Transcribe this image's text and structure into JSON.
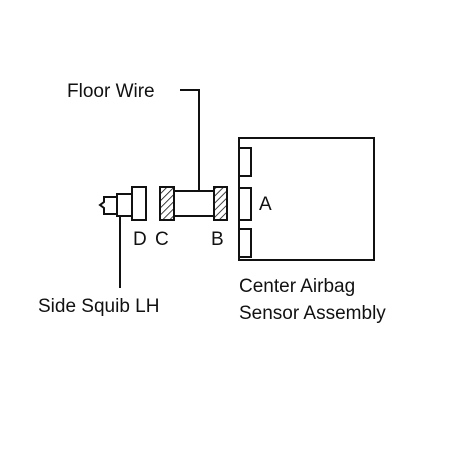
{
  "labels": {
    "floor_wire": "Floor Wire",
    "side_squib": "Side Squib LH",
    "sensor_line1": "Center Airbag",
    "sensor_line2": "Sensor Assembly",
    "connector_a": "A",
    "connector_b": "B",
    "connector_c": "C",
    "connector_d": "D"
  },
  "colors": {
    "line": "#111111",
    "background": "#ffffff"
  }
}
